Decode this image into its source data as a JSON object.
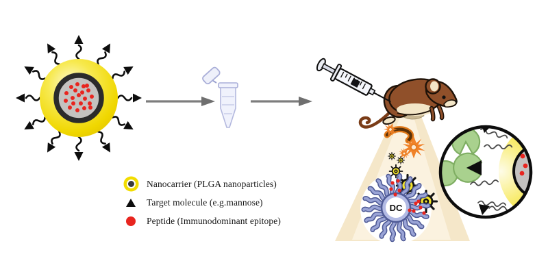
{
  "legend": {
    "items": [
      {
        "icon": "nanocarrier-icon",
        "label": "Nanocarrier (PLGA nanoparticles)",
        "color": "#f2dc00"
      },
      {
        "icon": "target-molecule-icon",
        "label": "Target molecule (e.g.mannose)",
        "color": "#0d0d0d"
      },
      {
        "icon": "peptide-icon",
        "label": "Peptide (Immunodominant epitope)",
        "color": "#e8251f"
      }
    ]
  },
  "labels": {
    "dendritic_cell": "DC"
  },
  "colors": {
    "background": "#ffffff",
    "nanocarrier_shell_yellow": "#f2d800",
    "plga_core_gray": "#c4c2c0",
    "peptide_red": "#e8251f",
    "target_molecule_black": "#0d0d0d",
    "arrow_gray": "#7d7d7d",
    "tube_lavender": "#eef0fa",
    "mouse_brown": "#90502a",
    "mouse_cream": "#f3e6c8",
    "cone_beige": "#f5e7c9",
    "cone_inner_cream": "#fbf2df",
    "langerhans_orange": "#f08228",
    "dendritic_cell_lavender": "#96a0d0",
    "mannose_receptor_green": "#a9d18e"
  }
}
